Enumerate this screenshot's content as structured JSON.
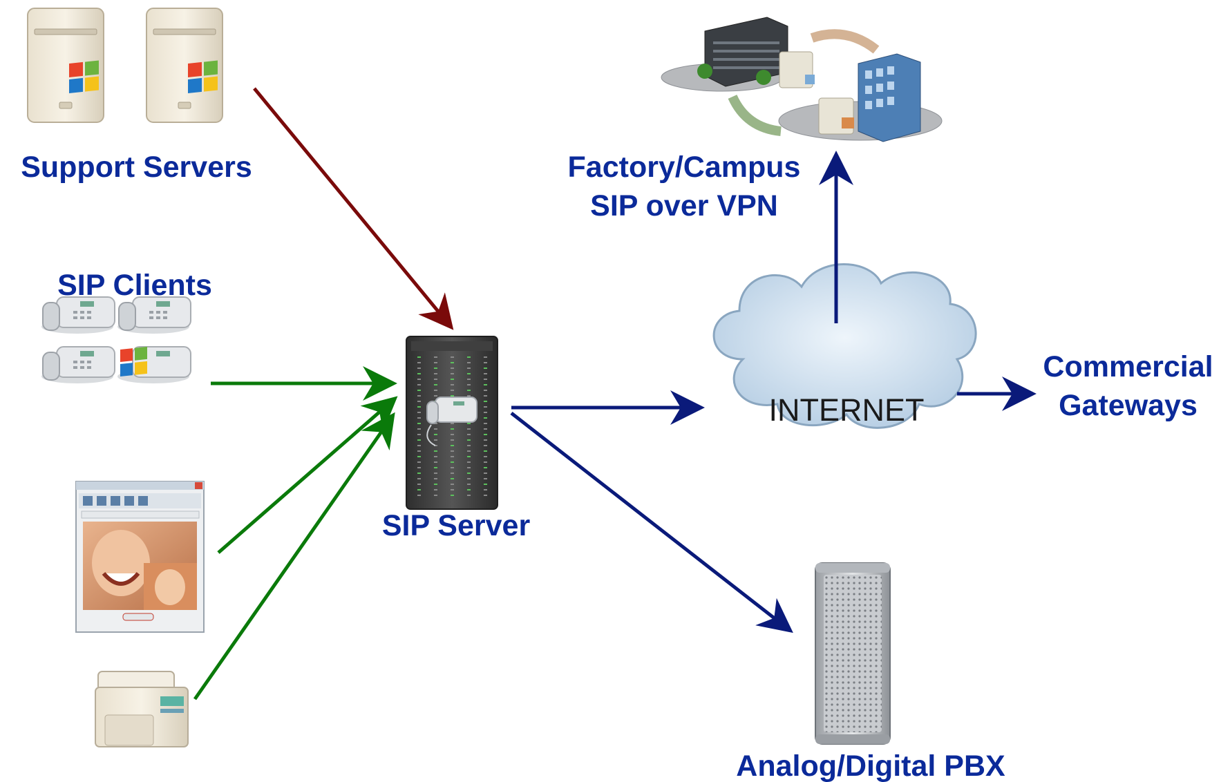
{
  "labels": {
    "support_servers": "Support Servers",
    "sip_clients": "SIP Clients",
    "sip_server": "SIP Server",
    "factory_line1": "Factory/Campus",
    "factory_line2": "SIP over VPN",
    "commercial_line1": "Commercial",
    "commercial_line2": "Gateways",
    "pbx": "Analog/Digital PBX",
    "internet": "INTERNET"
  },
  "colors": {
    "label_text": "#0b2a9a",
    "arrow_support": "#7a0a0a",
    "arrow_clients": "#0a7a0a",
    "arrow_network": "#0a1a7a"
  },
  "icons": {
    "support_servers": [
      "windows-server-icon",
      "windows-server-icon"
    ],
    "sip_clients": [
      "desk-phone-icon",
      "desk-phone-icon",
      "desk-phone-icon",
      "windows-softphone-icon"
    ],
    "video_client": "video-phone-window-icon",
    "printer": "printer-icon",
    "sip_server": "server-rack-with-phone-icon",
    "factory_campus": "campus-buildings-icon",
    "internet": "cloud-icon",
    "pbx": "tower-server-icon"
  }
}
